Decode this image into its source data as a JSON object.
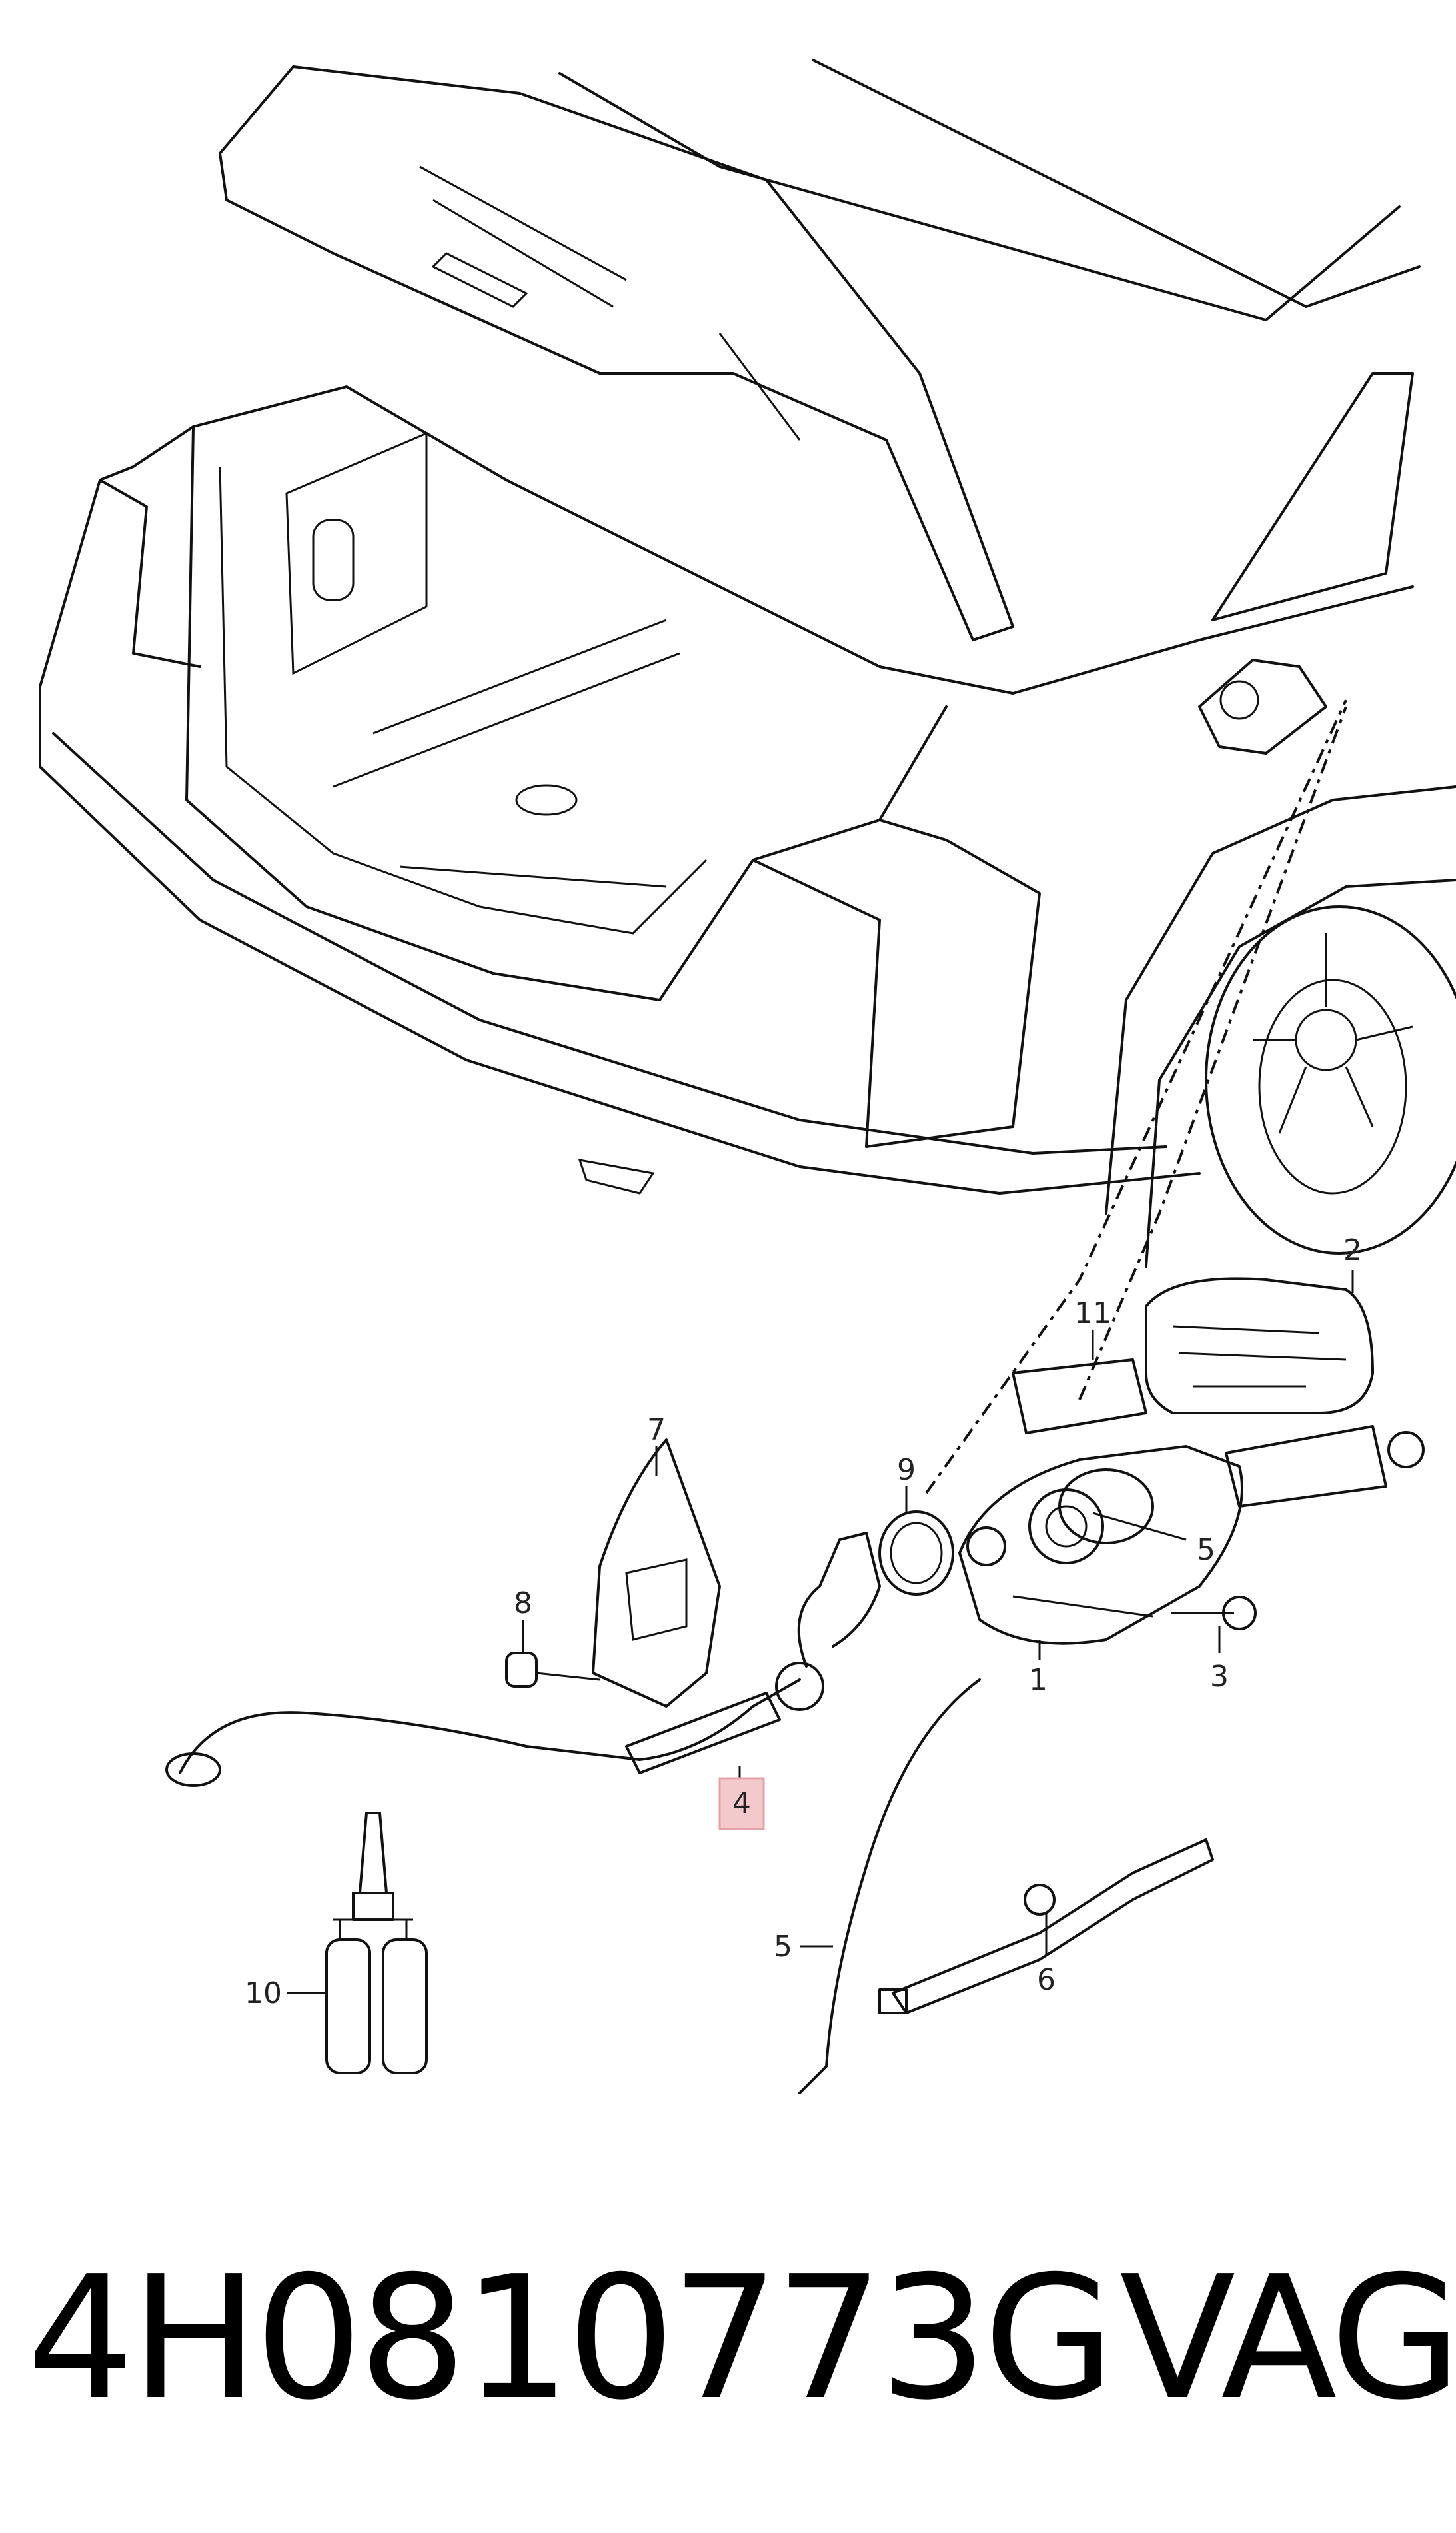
{
  "callouts": {
    "c1": "1",
    "c2": "2",
    "c3": "3",
    "c4": "4",
    "c5a": "5",
    "c5b": "5",
    "c6": "6",
    "c7": "7",
    "c8": "8",
    "c9": "9",
    "c10": "10",
    "c11": "11"
  },
  "highlight_color": "#f4c9cc",
  "caption": {
    "part_number": "4H0810773G",
    "brand": "VAG"
  }
}
